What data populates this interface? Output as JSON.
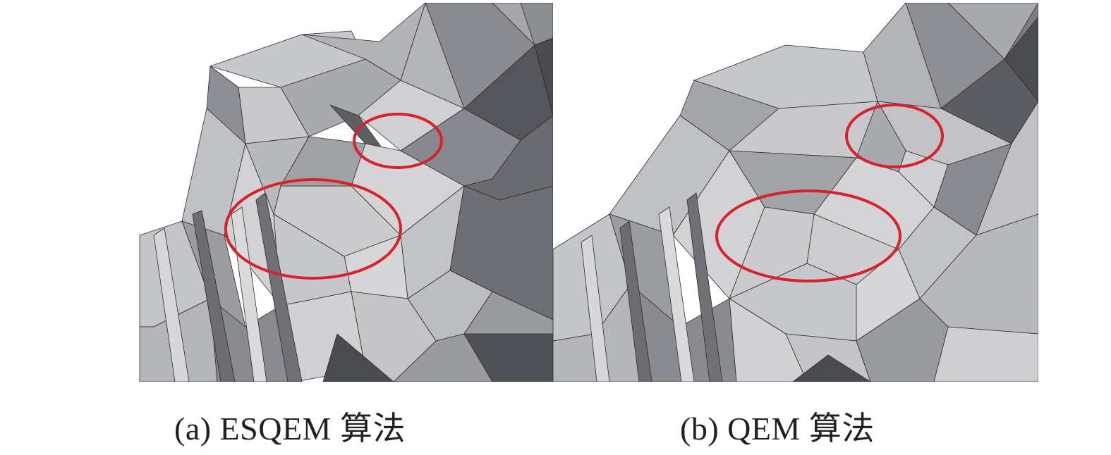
{
  "figure": {
    "panels": [
      {
        "id": "a",
        "caption": "(a)  ESQEM 算法",
        "highlight_count": 2
      },
      {
        "id": "b",
        "caption": "(b) QEM 算法",
        "highlight_count": 2
      }
    ]
  },
  "colors": {
    "background": "#ffffff",
    "mesh_light": "#c9c9cb",
    "mesh_mid": "#a6a7ab",
    "mesh_dark": "#6d6e72",
    "mesh_darkest": "#4a4b4f",
    "edge": "#2a2a2a",
    "highlight": "#d9212b",
    "caption_text": "#231f20"
  }
}
